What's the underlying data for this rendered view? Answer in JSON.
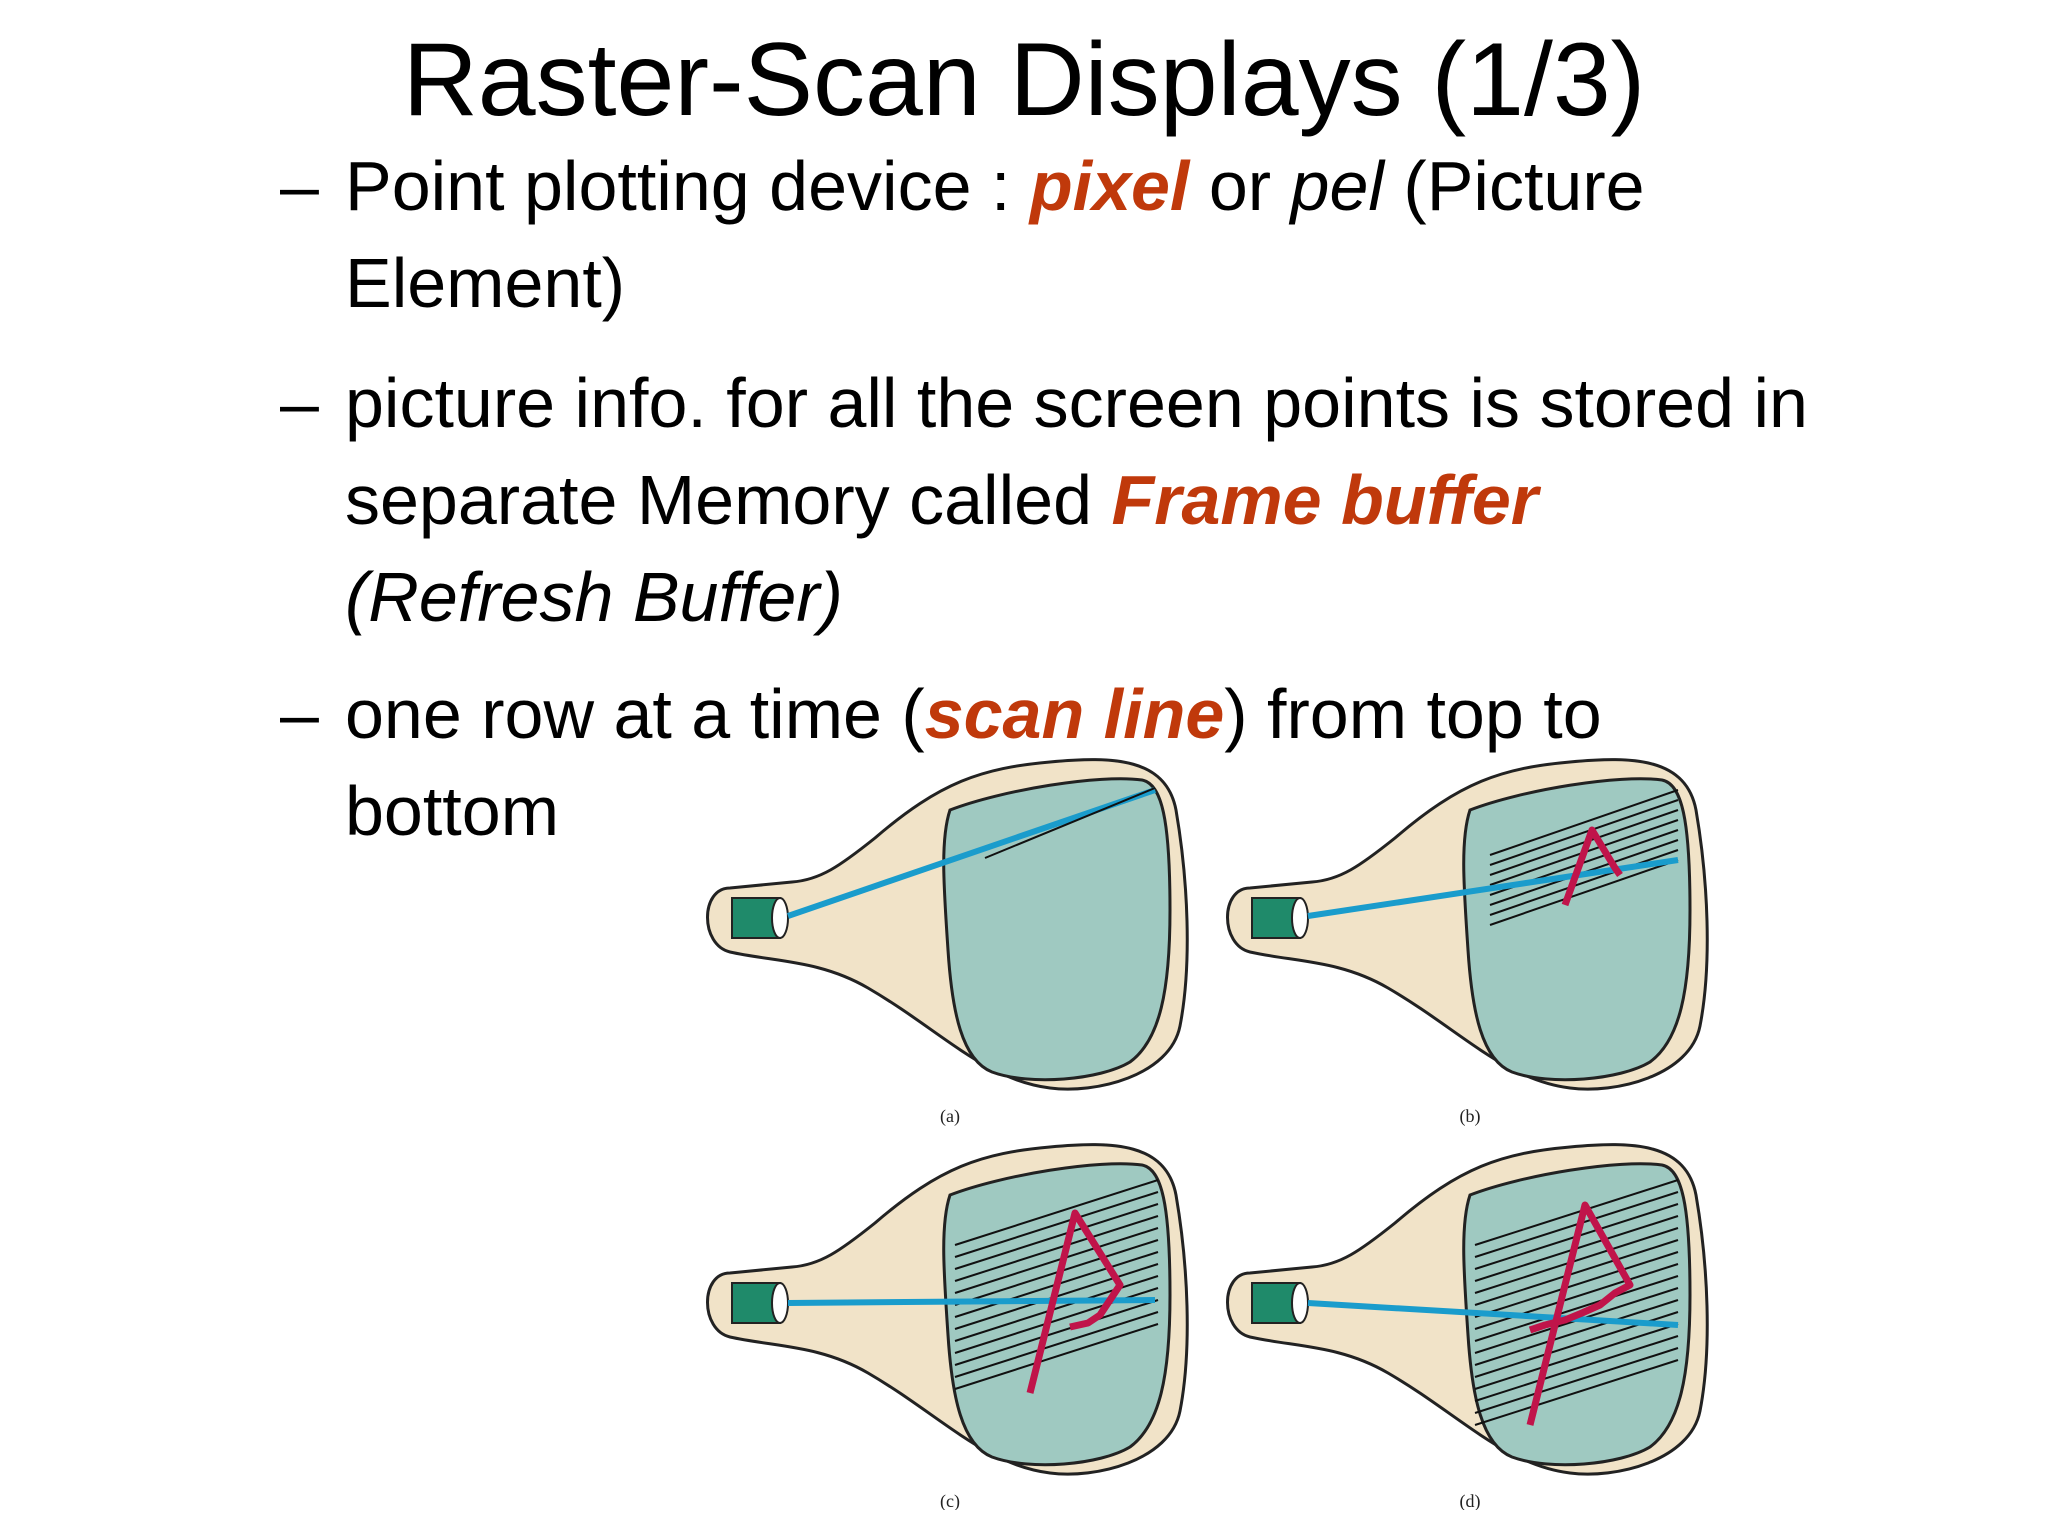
{
  "slide": {
    "title": "Raster-Scan Displays (1/3)",
    "dash": "–",
    "bullets": [
      {
        "p1": "Point plotting device  : ",
        "hl": "pixel",
        "p2": " or ",
        "it": "pel",
        "p3": "  (Picture Element)"
      },
      {
        "p1": "picture info. for all the screen points is stored in separate Memory called ",
        "hl": "Frame buffer",
        "it": "(Refresh Buffer)"
      },
      {
        "p1": "one row at a time (",
        "hl": "scan line",
        "p2": ") from top to bottom"
      }
    ]
  },
  "figure": {
    "captions": [
      "(a)",
      "(b)",
      "(c)",
      "(d)"
    ]
  },
  "colors": {
    "highlight": "#c0390b",
    "tube_body": "#f1e3c8",
    "screen": "#9fc9c1",
    "gun": "#1f8a6a",
    "beam": "#1a9ccc",
    "pattern": "#c0144a"
  }
}
